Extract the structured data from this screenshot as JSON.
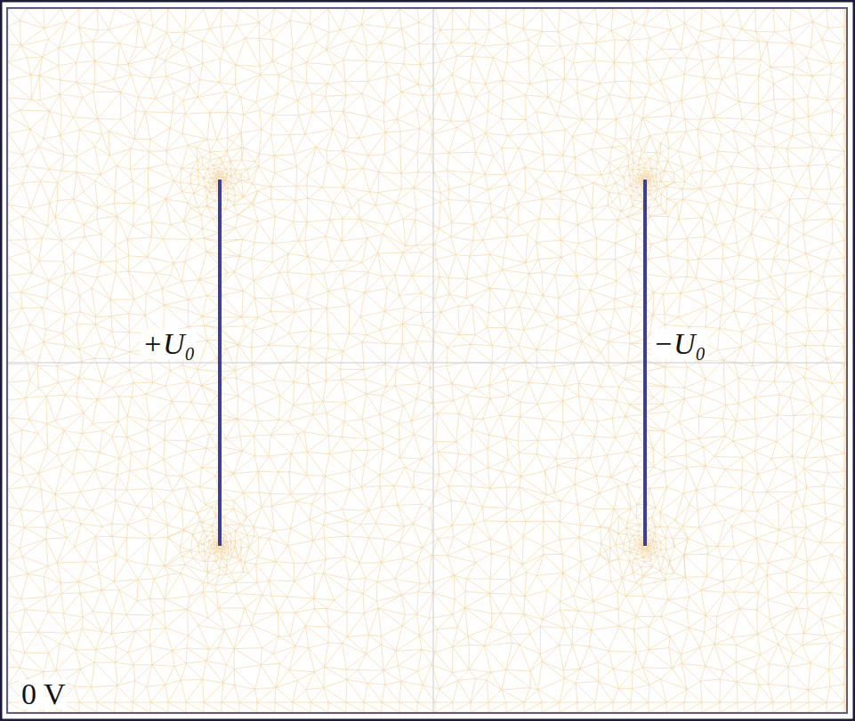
{
  "diagram": {
    "labels": [
      "+U₀",
      "−U₀",
      "0 V"
    ]
  }
}
